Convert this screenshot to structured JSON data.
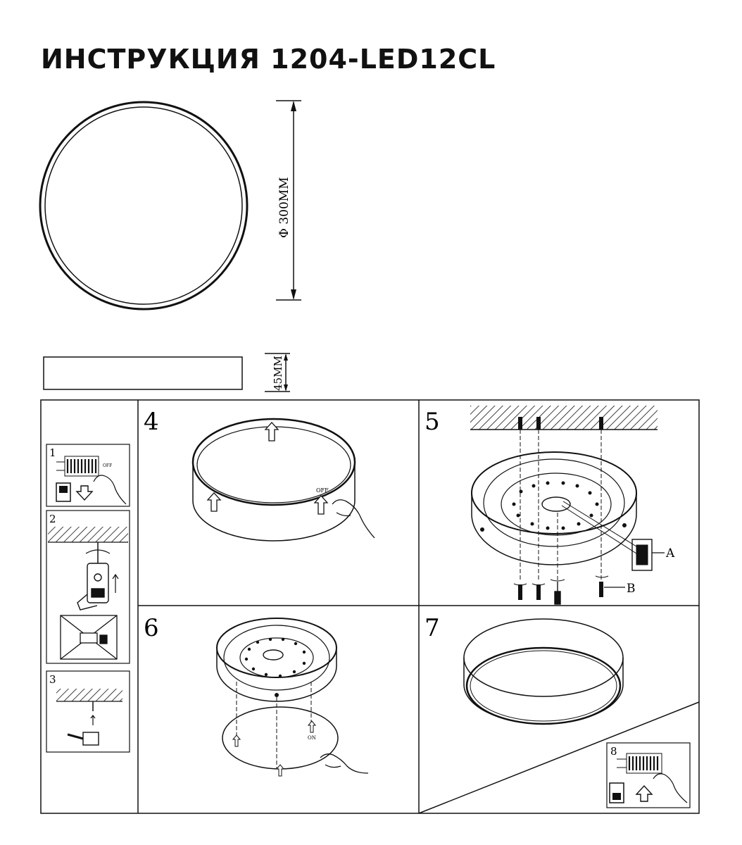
{
  "document": {
    "title": "ИНСТРУКЦИЯ 1204-LED12CL"
  },
  "dimensions": {
    "diameter_label": "Φ 300MM",
    "height_label": "45MM"
  },
  "steps": {
    "s1": "1",
    "s2": "2",
    "s3": "3",
    "s4": "4",
    "s5": "5",
    "s6": "6",
    "s7": "7",
    "s8": "8"
  },
  "labels": {
    "off": "OFF",
    "off_small": "OFF",
    "on": "ON",
    "callout_a": "A",
    "callout_b": "B"
  },
  "colors": {
    "ink": "#111111",
    "paper": "#ffffff"
  }
}
